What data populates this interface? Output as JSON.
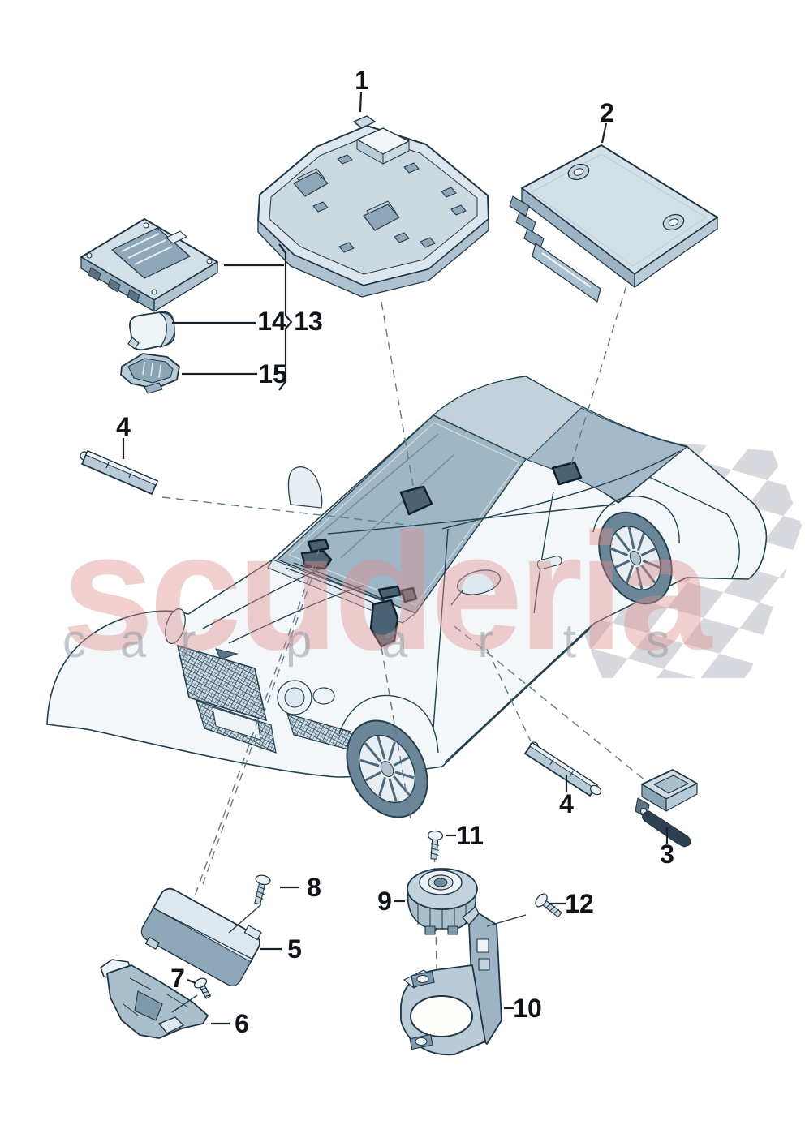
{
  "callouts": {
    "n1": "1",
    "n2": "2",
    "n3": "3",
    "n4_top": "4",
    "n4_bottom": "4",
    "n5": "5",
    "n6": "6",
    "n7": "7",
    "n8": "8",
    "n9": "9",
    "n10": "10",
    "n11": "11",
    "n12": "12",
    "n13": "13",
    "n14": "14",
    "n15": "15"
  },
  "watermark": {
    "brand": "scuderia",
    "sub1": "car",
    "sub2": "parts",
    "brand_color": "#e08e8e",
    "sub_color": "#8d939c"
  },
  "colors": {
    "outline": "#24404f",
    "part_outline": "#1f3545",
    "glass": "#9fb6c5",
    "roof": "#c3d1da",
    "body": "#f3f7f9",
    "location_patch": "#4a6273",
    "flag": "#d8d9de",
    "leader_dash": "#5f7a8c",
    "background": "#ffffff"
  }
}
